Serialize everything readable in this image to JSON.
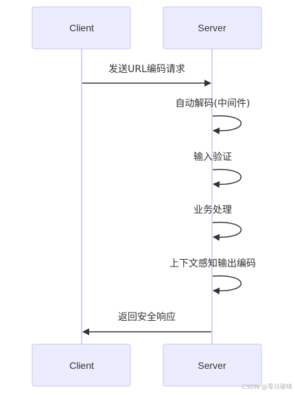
{
  "participants": {
    "client": "Client",
    "server": "Server"
  },
  "messages": {
    "request": "发送URL编码请求",
    "decode": "自动解码(中间件)",
    "validate": "输入验证",
    "process": "业务处理",
    "encode": "上下文感知输出编码",
    "response": "返回安全响应"
  },
  "watermark": "CSDN @零日破晓",
  "colors": {
    "participant_fill": "#ECECFF",
    "participant_border": "#C9C4F0",
    "lifeline": "#C9C4F0",
    "arrow": "#333333",
    "text": "#333333"
  }
}
